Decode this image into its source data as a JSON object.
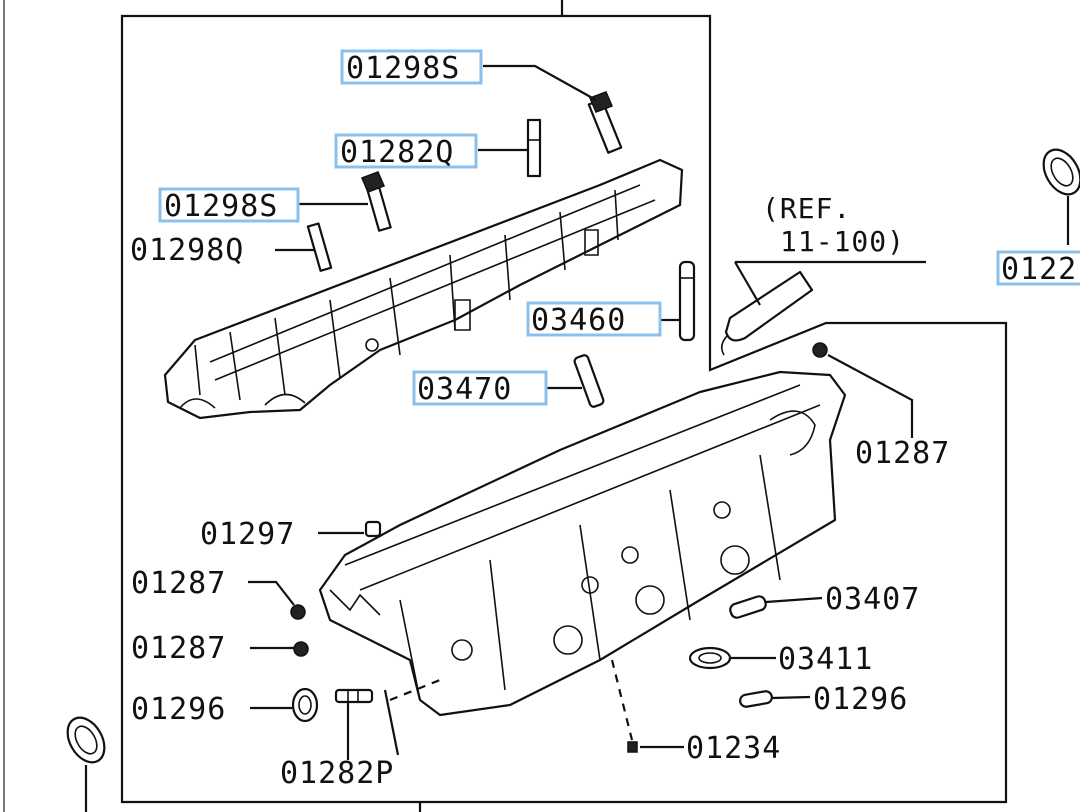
{
  "colors": {
    "highlight": "#8cc0ea",
    "ink": "#111111",
    "background": "#ffffff"
  },
  "reference": {
    "line1": "(REF.",
    "line2": "11-100)"
  },
  "callouts": [
    {
      "id": "c1",
      "code": "01298S",
      "highlighted": true
    },
    {
      "id": "c2",
      "code": "01282Q",
      "highlighted": true
    },
    {
      "id": "c3",
      "code": "01298S",
      "highlighted": true
    },
    {
      "id": "c4",
      "code": "01298Q",
      "highlighted": false
    },
    {
      "id": "c5",
      "code": "03460",
      "highlighted": true
    },
    {
      "id": "c6",
      "code": "03470",
      "highlighted": true
    },
    {
      "id": "c7",
      "code": "01287",
      "highlighted": false
    },
    {
      "id": "c8",
      "code": "01297",
      "highlighted": false
    },
    {
      "id": "c9",
      "code": "01287",
      "highlighted": false
    },
    {
      "id": "c10",
      "code": "03407",
      "highlighted": false
    },
    {
      "id": "c11",
      "code": "01287",
      "highlighted": false
    },
    {
      "id": "c12",
      "code": "03411",
      "highlighted": false
    },
    {
      "id": "c13",
      "code": "01296",
      "highlighted": false
    },
    {
      "id": "c14",
      "code": "01296",
      "highlighted": false
    },
    {
      "id": "c15",
      "code": "01234",
      "highlighted": false
    },
    {
      "id": "c16",
      "code": "01282P",
      "highlighted": false
    },
    {
      "id": "c17",
      "code": "0122",
      "highlighted": true
    }
  ]
}
